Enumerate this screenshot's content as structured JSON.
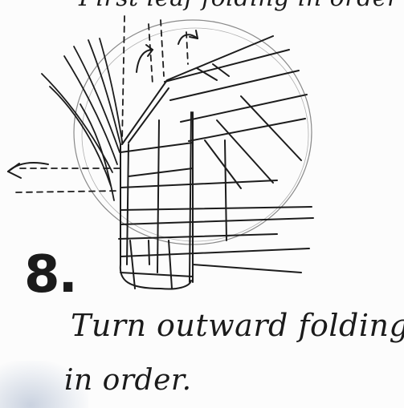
{
  "caption_top": "First leaf folding in order",
  "step": {
    "number": "8.",
    "instruction_line1": "Turn outward folding",
    "instruction_line2": "in order."
  }
}
